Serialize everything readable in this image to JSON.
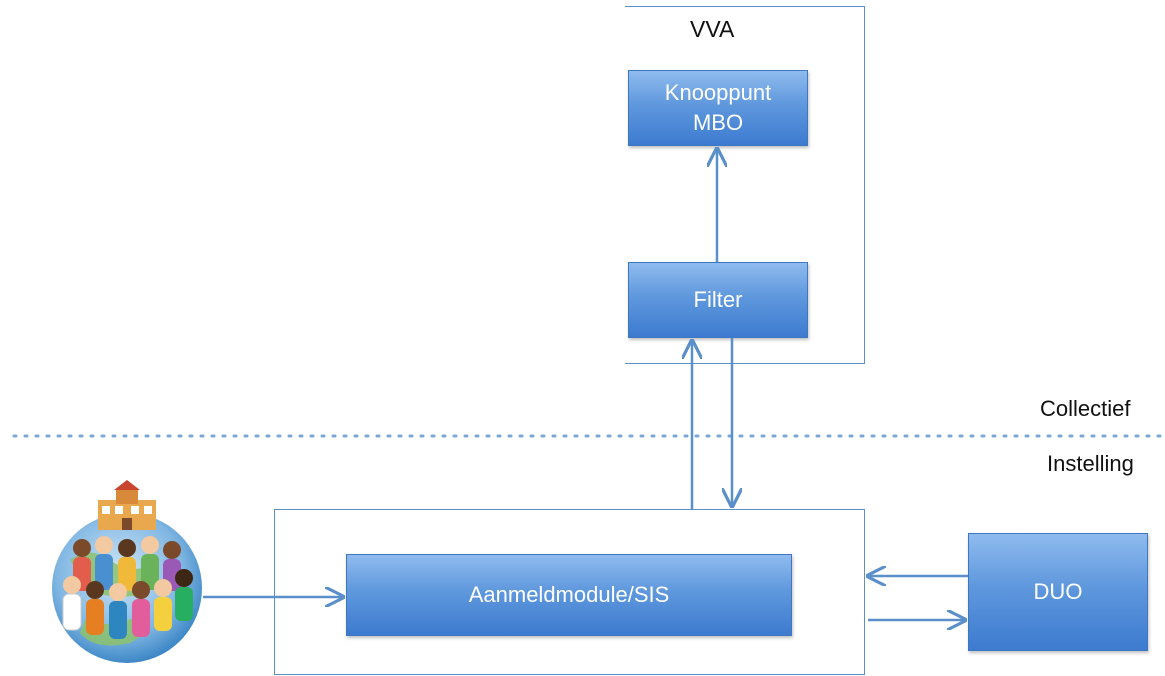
{
  "vva": {
    "label": "VVA",
    "knooppunt": "Knooppunt\nMBO",
    "filter": "Filter"
  },
  "zones": {
    "collectief": "Collectief",
    "instelling": "Instelling"
  },
  "instelling": {
    "aanmeld": "Aanmeldmodule/SIS"
  },
  "duo": "DUO",
  "icons": {
    "students": "students-globe-icon"
  },
  "colors": {
    "box_top": "#8fbbee",
    "box_bottom": "#3d7bd0",
    "line": "#5b8fc9",
    "separator": "#7aa7d8"
  }
}
